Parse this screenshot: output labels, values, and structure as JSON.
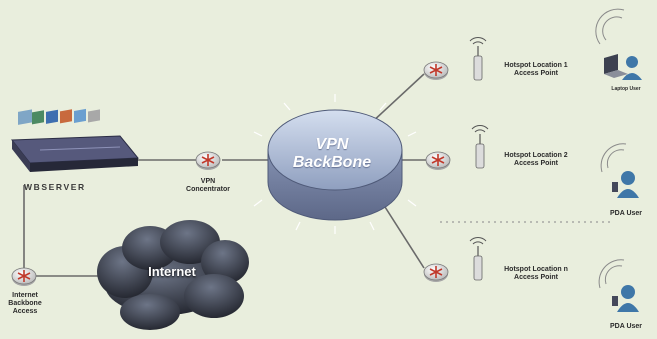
{
  "labels": {
    "vpn_backbone_line1": "VPN",
    "vpn_backbone_line2": "BackBone",
    "internet": "Internet",
    "server": "WBSERVER",
    "vpn_concentrator_line1": "VPN",
    "vpn_concentrator_line2": "Concentrator",
    "internet_access_line1": "Internet",
    "internet_access_line2": "Backbone",
    "internet_access_line3": "Access",
    "hotspot1_line1": "Hotspot Location 1",
    "hotspot1_line2": "Access Point",
    "hotspot2_line1": "Hotspot Location 2",
    "hotspot2_line2": "Access Point",
    "hotspotn_line1": "Hotspot Location n",
    "hotspotn_line2": "Access Point",
    "laptop_user": "Laptop User",
    "pda_user_1": "PDA User",
    "pda_user_2": "PDA User"
  },
  "colors": {
    "background": "#e9eedd",
    "backbone_fill": "#aebcd6",
    "backbone_edge": "#4f5a78",
    "router_red": "#c0392b",
    "cloud_dark": "#2f3340",
    "link_line": "#666666",
    "user_icon": "#3f77a8"
  },
  "icons": [
    "server-icon",
    "router-icon",
    "access-point-icon",
    "laptop-user-icon",
    "pda-user-icon",
    "cloud-icon",
    "wifi-signal-icon"
  ]
}
